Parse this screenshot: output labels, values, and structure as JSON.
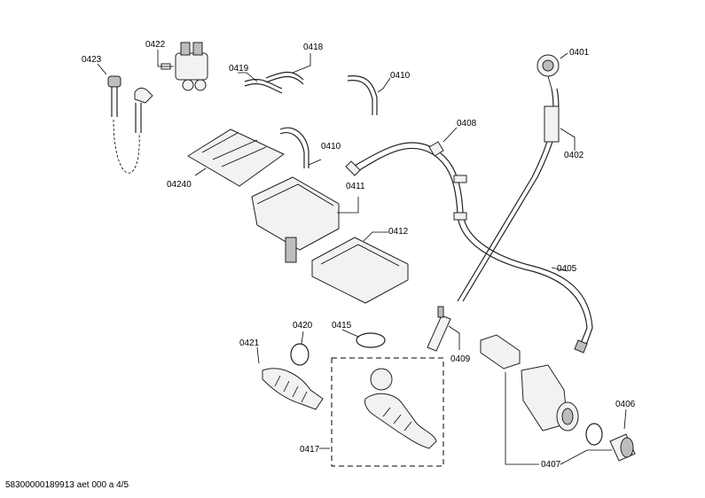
{
  "labels": {
    "l0423": "0423",
    "l0422": "0422",
    "l0418": "0418",
    "l0419": "0419",
    "l0410a": "0410",
    "l0410b": "0410",
    "l0401": "0401",
    "l0408": "0408",
    "l0402": "0402",
    "l0411": "0411",
    "l04240": "04240",
    "l0412": "0412",
    "l0405": "0405",
    "l0420": "0420",
    "l0415": "0415",
    "l0421": "0421",
    "l0409": "0409",
    "l0406": "0406",
    "l0417": "0417",
    "l0407": "0407"
  },
  "footer": "58300000189913 aet 000 a 4/5"
}
